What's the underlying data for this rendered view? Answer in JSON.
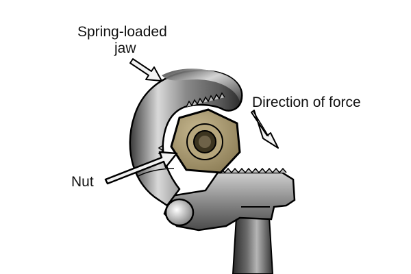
{
  "labels": {
    "spring_loaded_jaw": {
      "line1": "Spring-loaded",
      "line2": "jaw"
    },
    "direction_of_force": "Direction of force",
    "nut": "Nut"
  },
  "colors": {
    "background": "#ffffff",
    "metal_dark": "#2e2e2e",
    "metal_mid": "#7a7a7a",
    "metal_light": "#d8d8d8",
    "nut_brass": "#a89870",
    "outline": "#000000",
    "arrow_fill": "#f2f2f2"
  }
}
